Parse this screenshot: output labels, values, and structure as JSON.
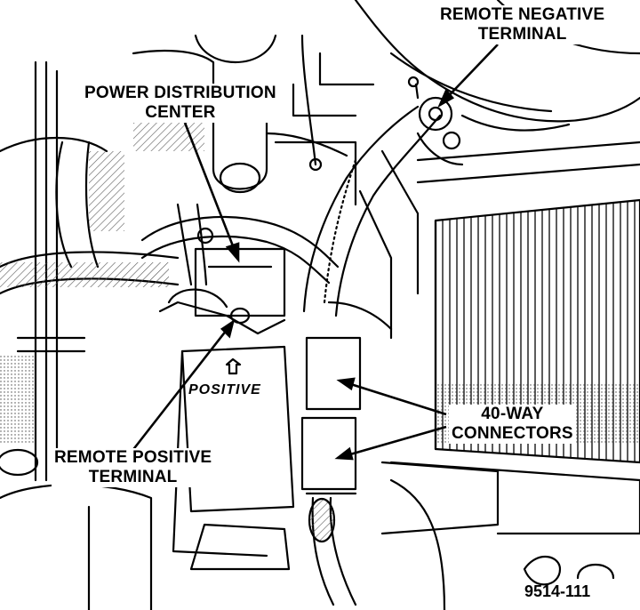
{
  "labels": {
    "remote_negative": [
      "REMOTE NEGATIVE",
      "TERMINAL"
    ],
    "power_distribution": [
      "POWER DISTRIBUTION",
      "CENTER"
    ],
    "remote_positive": [
      "REMOTE POSITIVE",
      "TERMINAL"
    ],
    "connectors": [
      "40-WAY",
      "CONNECTORS"
    ]
  },
  "battery_marking": "POSITIVE",
  "figure_number": "9514-111",
  "colors": {
    "line": "#000000",
    "background": "#ffffff",
    "hatch": "#555555"
  }
}
